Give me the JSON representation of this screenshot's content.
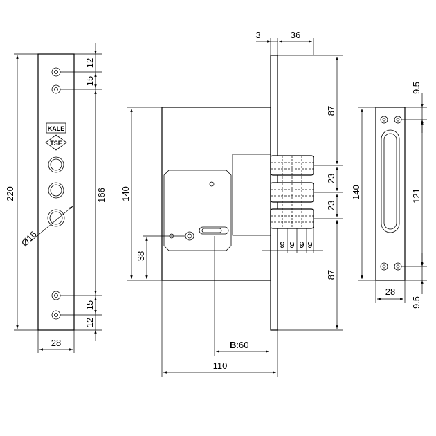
{
  "dimensions": {
    "faceplate_height": "220",
    "faceplate_top_hole_gap": "12",
    "faceplate_hole_spacing_top": "15",
    "faceplate_hole_span": "166",
    "faceplate_hole_spacing_bottom": "15",
    "faceplate_bottom_hole_gap": "12",
    "faceplate_width": "28",
    "cylinder_hole_diameter": "Ø16",
    "faceplate_thickness": "3",
    "bolt_projection": "36",
    "case_height": "140",
    "handle_height": "38",
    "top_to_bolt": "87",
    "bolt_spacing_1": "23",
    "bolt_spacing_2": "23",
    "bottom_to_bolt": "87",
    "bolt_segments": [
      "9",
      "9",
      "9",
      "9"
    ],
    "backset_label": "B",
    "backset_value": ":60",
    "case_width": "110",
    "strike_height": "140",
    "strike_slot_length": "121",
    "strike_top_gap": "9.5",
    "strike_bottom_gap": "9.5",
    "strike_width": "28"
  },
  "logos": {
    "top": "KALE",
    "bottom": "TSE"
  }
}
